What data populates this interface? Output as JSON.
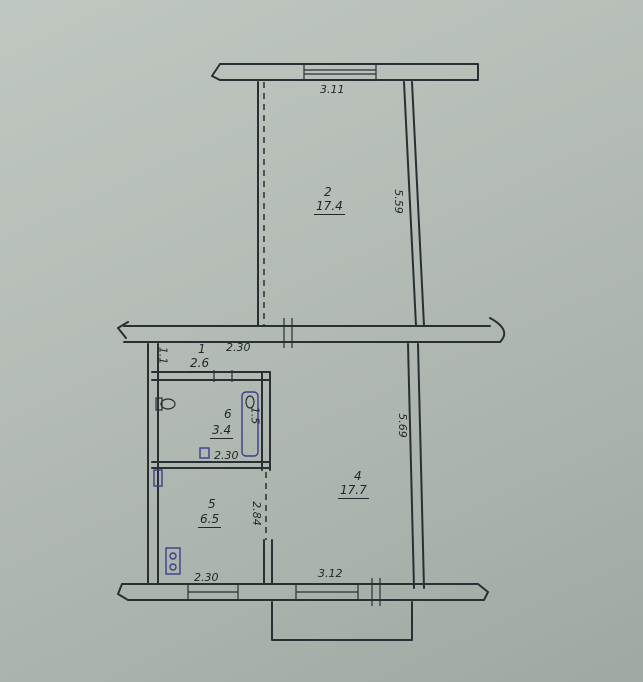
{
  "plan": {
    "rooms": [
      {
        "number": "1",
        "area": "2.6"
      },
      {
        "number": "2",
        "area": "17.4"
      },
      {
        "number": "4",
        "area": "17.7"
      },
      {
        "number": "5",
        "area": "6.5"
      },
      {
        "number": "6",
        "area": "3.4"
      }
    ],
    "dimensions": {
      "top_width": "3.11",
      "room2_length": "5.59",
      "room4_length": "5.69",
      "corridor_width": "2.30",
      "corridor_small": "1.1",
      "bath_width": "2.30",
      "bath_small": "1.5",
      "kitchen_depth": "2.84",
      "kitchen_width": "2.30",
      "room4_width": "3.12"
    },
    "fixtures": {
      "toilet": "toilet-icon",
      "bathtub": "bathtub-icon",
      "sink": "sink-icon",
      "stove": "stove-icon"
    },
    "ink_color": "#2b2f33",
    "fixture_color": "#3a3f8a"
  }
}
